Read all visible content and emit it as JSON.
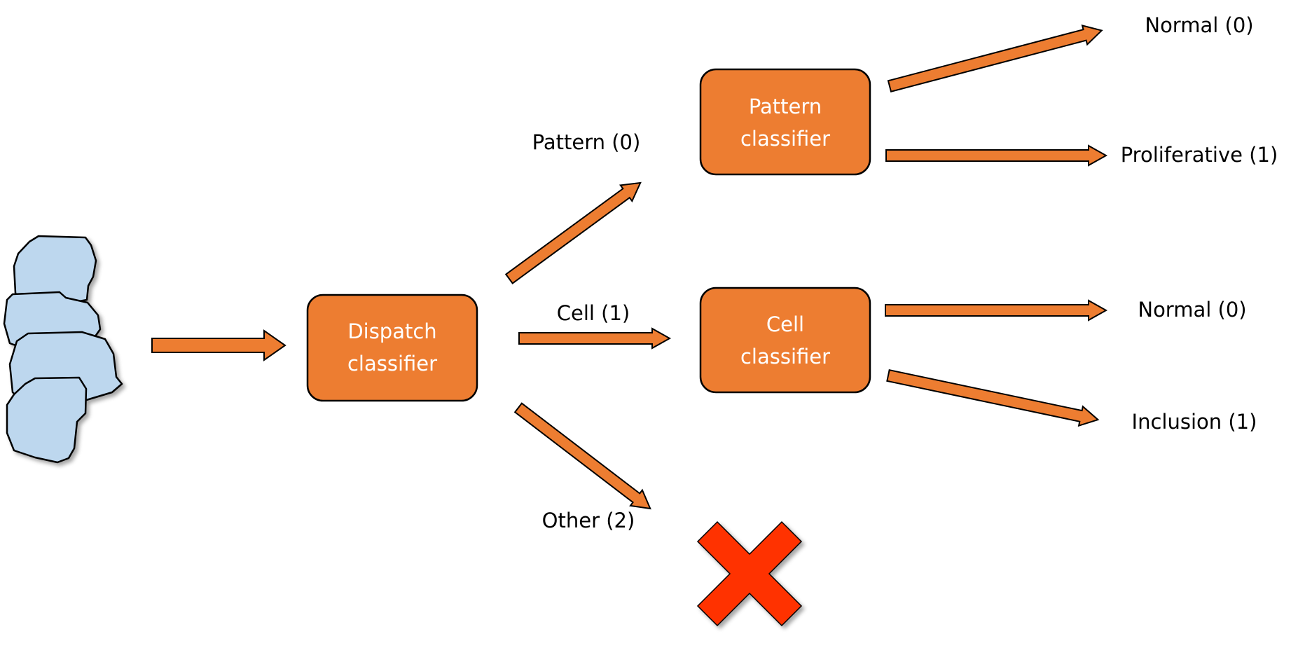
{
  "colors": {
    "arrow_fill": "#ed7d31",
    "arrow_stroke": "#000000",
    "box_fill": "#ed7d31",
    "box_text": "#ffffff",
    "sample_fill": "#bdd7ee",
    "reject_fill": "#ff3300"
  },
  "icons": {
    "input_sample": "stacked-cell-samples-icon",
    "reject": "red-x-icon"
  },
  "boxes": {
    "dispatch": {
      "line1": "Dispatch",
      "line2": "classifier"
    },
    "pattern": {
      "line1": "Pattern",
      "line2": "classifier"
    },
    "cell": {
      "line1": "Cell",
      "line2": "classifier"
    }
  },
  "branch_labels": {
    "pattern": "Pattern (0)",
    "cell": "Cell (1)",
    "other": "Other (2)"
  },
  "outputs": {
    "pattern_normal": "Normal (0)",
    "pattern_proliferative": "Proliferative (1)",
    "cell_normal": "Normal (0)",
    "cell_inclusion": "Inclusion (1)"
  }
}
